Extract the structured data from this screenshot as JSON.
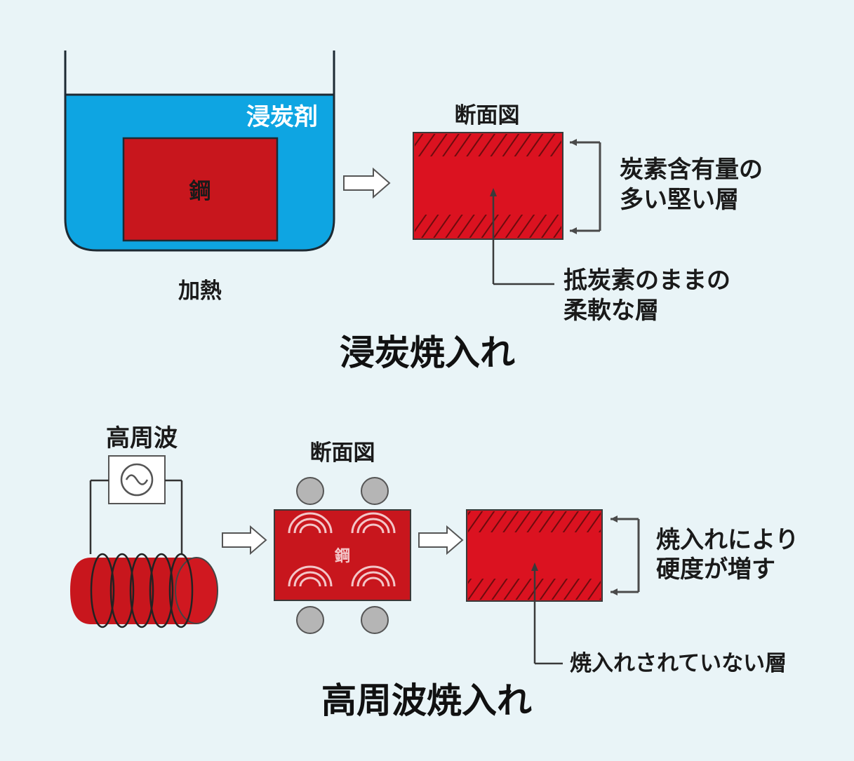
{
  "carburizing": {
    "agent_label": "浸炭剤",
    "steel_label": "鋼",
    "heat_label": "加熱",
    "cross_section_label": "断面図",
    "hard_layer_label": [
      "炭素含有量の",
      "多い堅い層"
    ],
    "soft_layer_label": [
      "抵炭素のままの",
      "柔軟な層"
    ],
    "title": "浸炭焼入れ"
  },
  "induction": {
    "source_label": "高周波",
    "steel_label": "鋼",
    "cross_section_label": "断面図",
    "hardened_label": [
      "焼入れにより",
      "硬度が増す"
    ],
    "unhardened_label": "焼入れされていない層",
    "title": "高周波焼入れ"
  },
  "colors": {
    "background": "#e9f4f7",
    "agent_blue": "#0ea5e2",
    "steel_red": "#c8161d",
    "section_red": "#db1220",
    "hatch": "#7a0d10"
  }
}
